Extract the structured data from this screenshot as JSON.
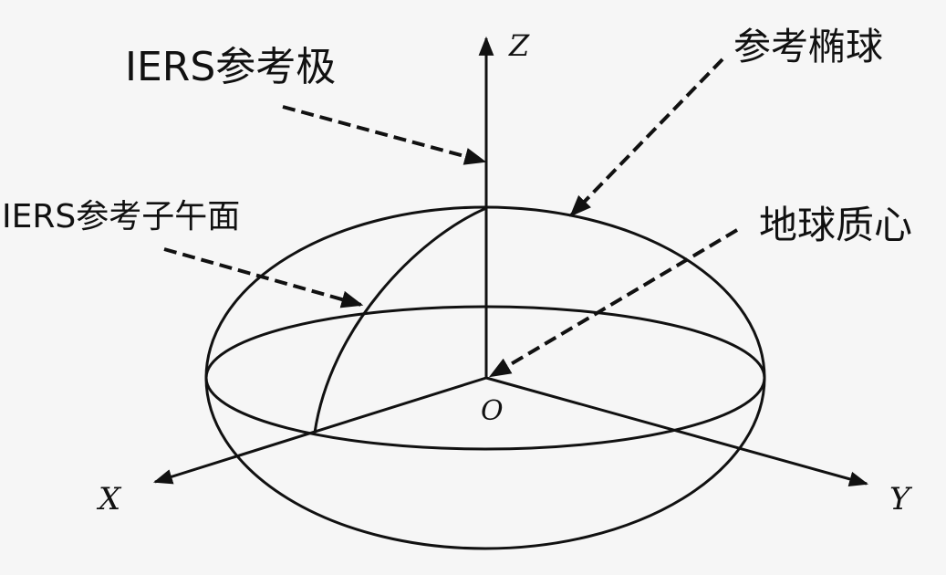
{
  "labels": {
    "iers_pole": "IERS参考极",
    "reference_ellipsoid": "参考椭球",
    "iers_meridian": "IERS参考子午面",
    "geocenter": "地球质心"
  },
  "axes": {
    "z": "Z",
    "x": "X",
    "y": "Y",
    "origin": "O"
  },
  "colors": {
    "background": "#f6f6f6",
    "ink": "#111111"
  }
}
